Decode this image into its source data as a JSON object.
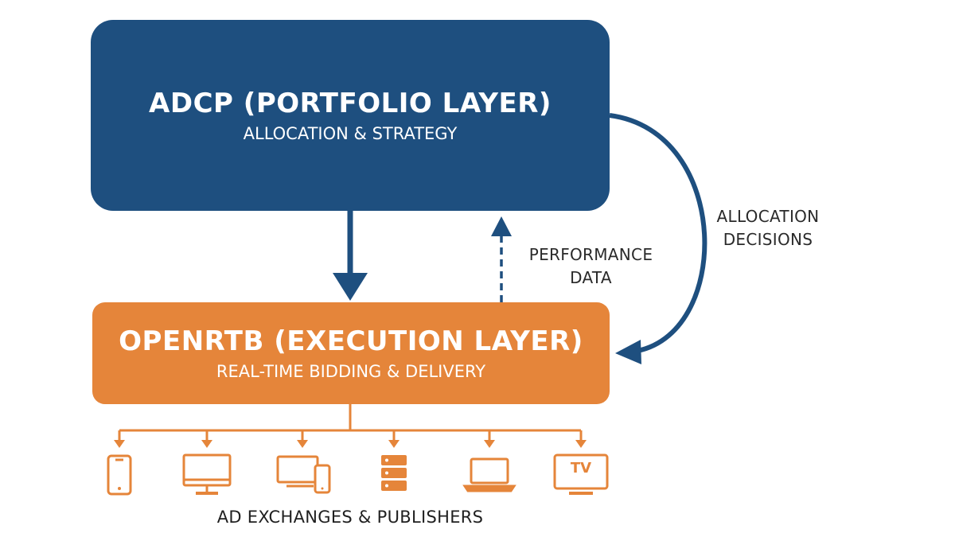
{
  "portfolio_layer": {
    "title": "ADCP (PORTFOLIO LAYER)",
    "subtitle": "ALLOCATION & STRATEGY"
  },
  "execution_layer": {
    "title": "OPENRTB (EXECUTION LAYER)",
    "subtitle": "REAL-TIME BIDDING & DELIVERY"
  },
  "edges": {
    "performance_data": "PERFORMANCE DATA",
    "allocation_decisions": "ALLOCATION DECISIONS"
  },
  "endpoints": {
    "label": "AD EXCHANGES & PUBLISHERS",
    "devices": [
      "smartphone-icon",
      "desktop-monitor-icon",
      "multi-device-icon",
      "server-icon",
      "laptop-icon",
      "tv-icon"
    ],
    "tv_text": "TV"
  },
  "colors": {
    "portfolio_blue": "#1e4f7f",
    "execution_orange": "#e5853a"
  }
}
